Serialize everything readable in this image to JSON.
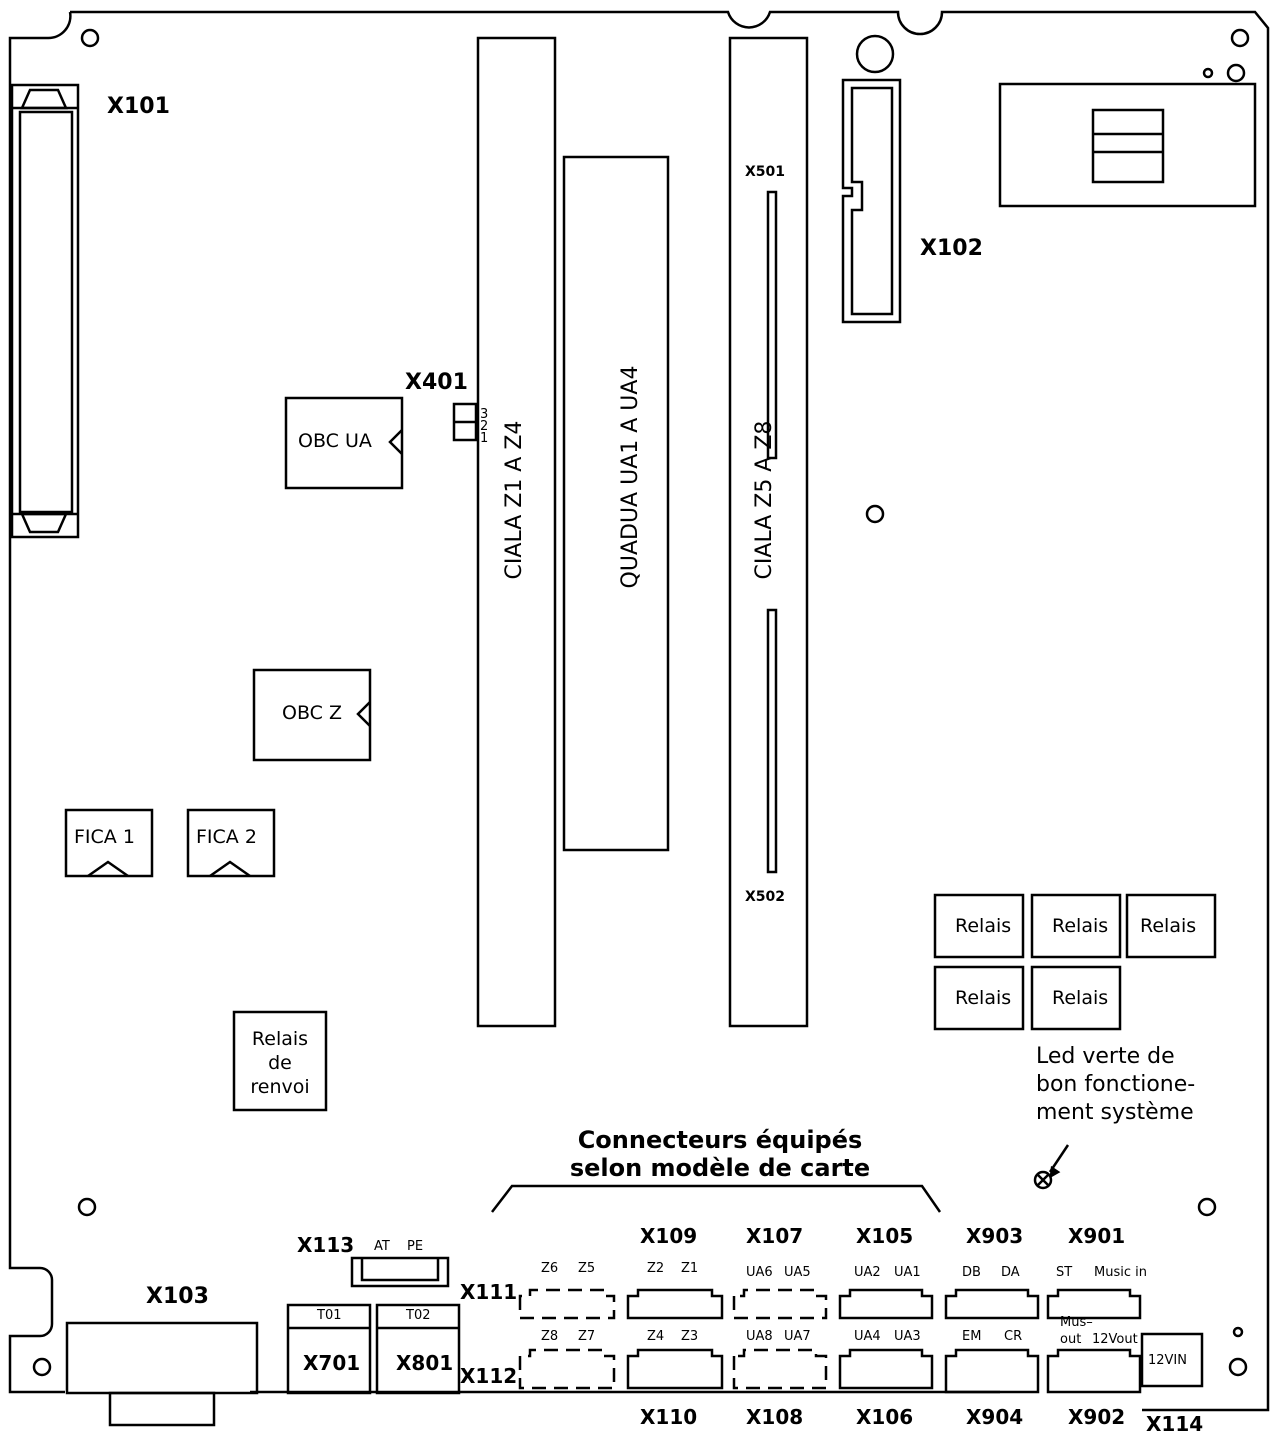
{
  "connectors": {
    "x101": "X101",
    "x102": "X102",
    "x103": "X103",
    "x401": "X401",
    "x501": "X501",
    "x502": "X502",
    "x113": "X113",
    "x111": "X111",
    "x112": "X112",
    "x701": "X701",
    "x801": "X801",
    "x109": "X109",
    "x107": "X107",
    "x105": "X105",
    "x903": "X903",
    "x901": "X901",
    "x110": "X110",
    "x108": "X108",
    "x106": "X106",
    "x904": "X904",
    "x902": "X902",
    "x114": "X114"
  },
  "slots": {
    "ciala_z1_z4": "CIALA Z1 A Z4",
    "quadua": "QUADUA  UA1 A UA4",
    "ciala_z5_z8": "CIALA Z5 A Z8"
  },
  "components": {
    "obc_ua": "OBC UA",
    "obc_z": "OBC Z",
    "fica1": "FICA 1",
    "fica2": "FICA 2",
    "relais": [
      "Relais",
      "Relais",
      "Relais",
      "Relais",
      "Relais"
    ],
    "relais_renvoi": [
      "Relais",
      "de",
      "renvoi"
    ],
    "x401_pins": [
      "3",
      "2",
      "1"
    ]
  },
  "notes": {
    "led": [
      "Led verte de",
      "bon fonctione-",
      "ment système"
    ],
    "equipped": [
      "Connecteurs équipés",
      "selon modèle de carte"
    ]
  },
  "pin_labels": {
    "x113": [
      "AT",
      "PE"
    ],
    "x111": [
      "Z6",
      "Z5"
    ],
    "x109": [
      "Z2",
      "Z1"
    ],
    "x107": [
      "UA6",
      "UA5"
    ],
    "x105": [
      "UA2",
      "UA1"
    ],
    "x903": [
      "DB",
      "DA"
    ],
    "x901": [
      "ST",
      "Music in"
    ],
    "x112": [
      "Z8",
      "Z7"
    ],
    "x110": [
      "Z4",
      "Z3"
    ],
    "x108": [
      "UA8",
      "UA7"
    ],
    "x106": [
      "UA4",
      "UA3"
    ],
    "x904": [
      "EM",
      "CR"
    ],
    "x902": [
      "Mus–",
      "out",
      "12Vout"
    ],
    "x114": "12VIN",
    "t01": "T01",
    "t02": "T02"
  }
}
